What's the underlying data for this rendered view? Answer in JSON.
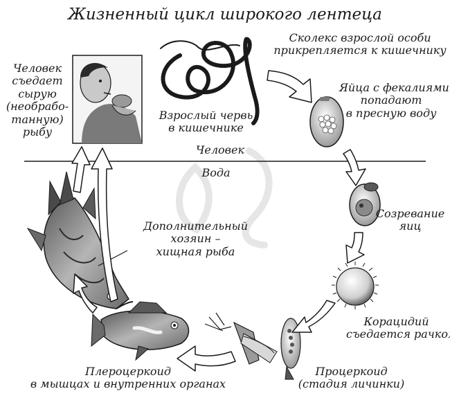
{
  "title": "Жизненный цикл широкого лентеца",
  "zones": {
    "upper": "Человек",
    "lower": "Вода"
  },
  "stages": {
    "human": [
      "Человек",
      "съедает",
      "сырую",
      "(необрабо-",
      "танную)",
      "рыбу"
    ],
    "adult_worm": [
      "Взрослый червь",
      "в кишечнике"
    ],
    "scolex": [
      "Сколекс взрослой особи",
      "прикрепляется к кишечнику"
    ],
    "eggs": [
      "Яйца с фекалиями",
      "попадают",
      "в пресную воду"
    ],
    "maturation": [
      "Созревание",
      "яиц"
    ],
    "coracidium": [
      "Корацидий",
      "съедается рачком"
    ],
    "procercoid": [
      "Процеркоид",
      "(стадия личинки)"
    ],
    "plerocercoid": [
      "Плероцеркоид",
      "в мышцах и внутренних органах"
    ],
    "host": [
      "Дополнительный",
      "хозяин –",
      "хищная рыба"
    ]
  },
  "colors": {
    "ink": "#1a1a1a",
    "arrow_fill": "#ffffff",
    "watermark": "#e6e6e6",
    "background": "#ffffff"
  }
}
